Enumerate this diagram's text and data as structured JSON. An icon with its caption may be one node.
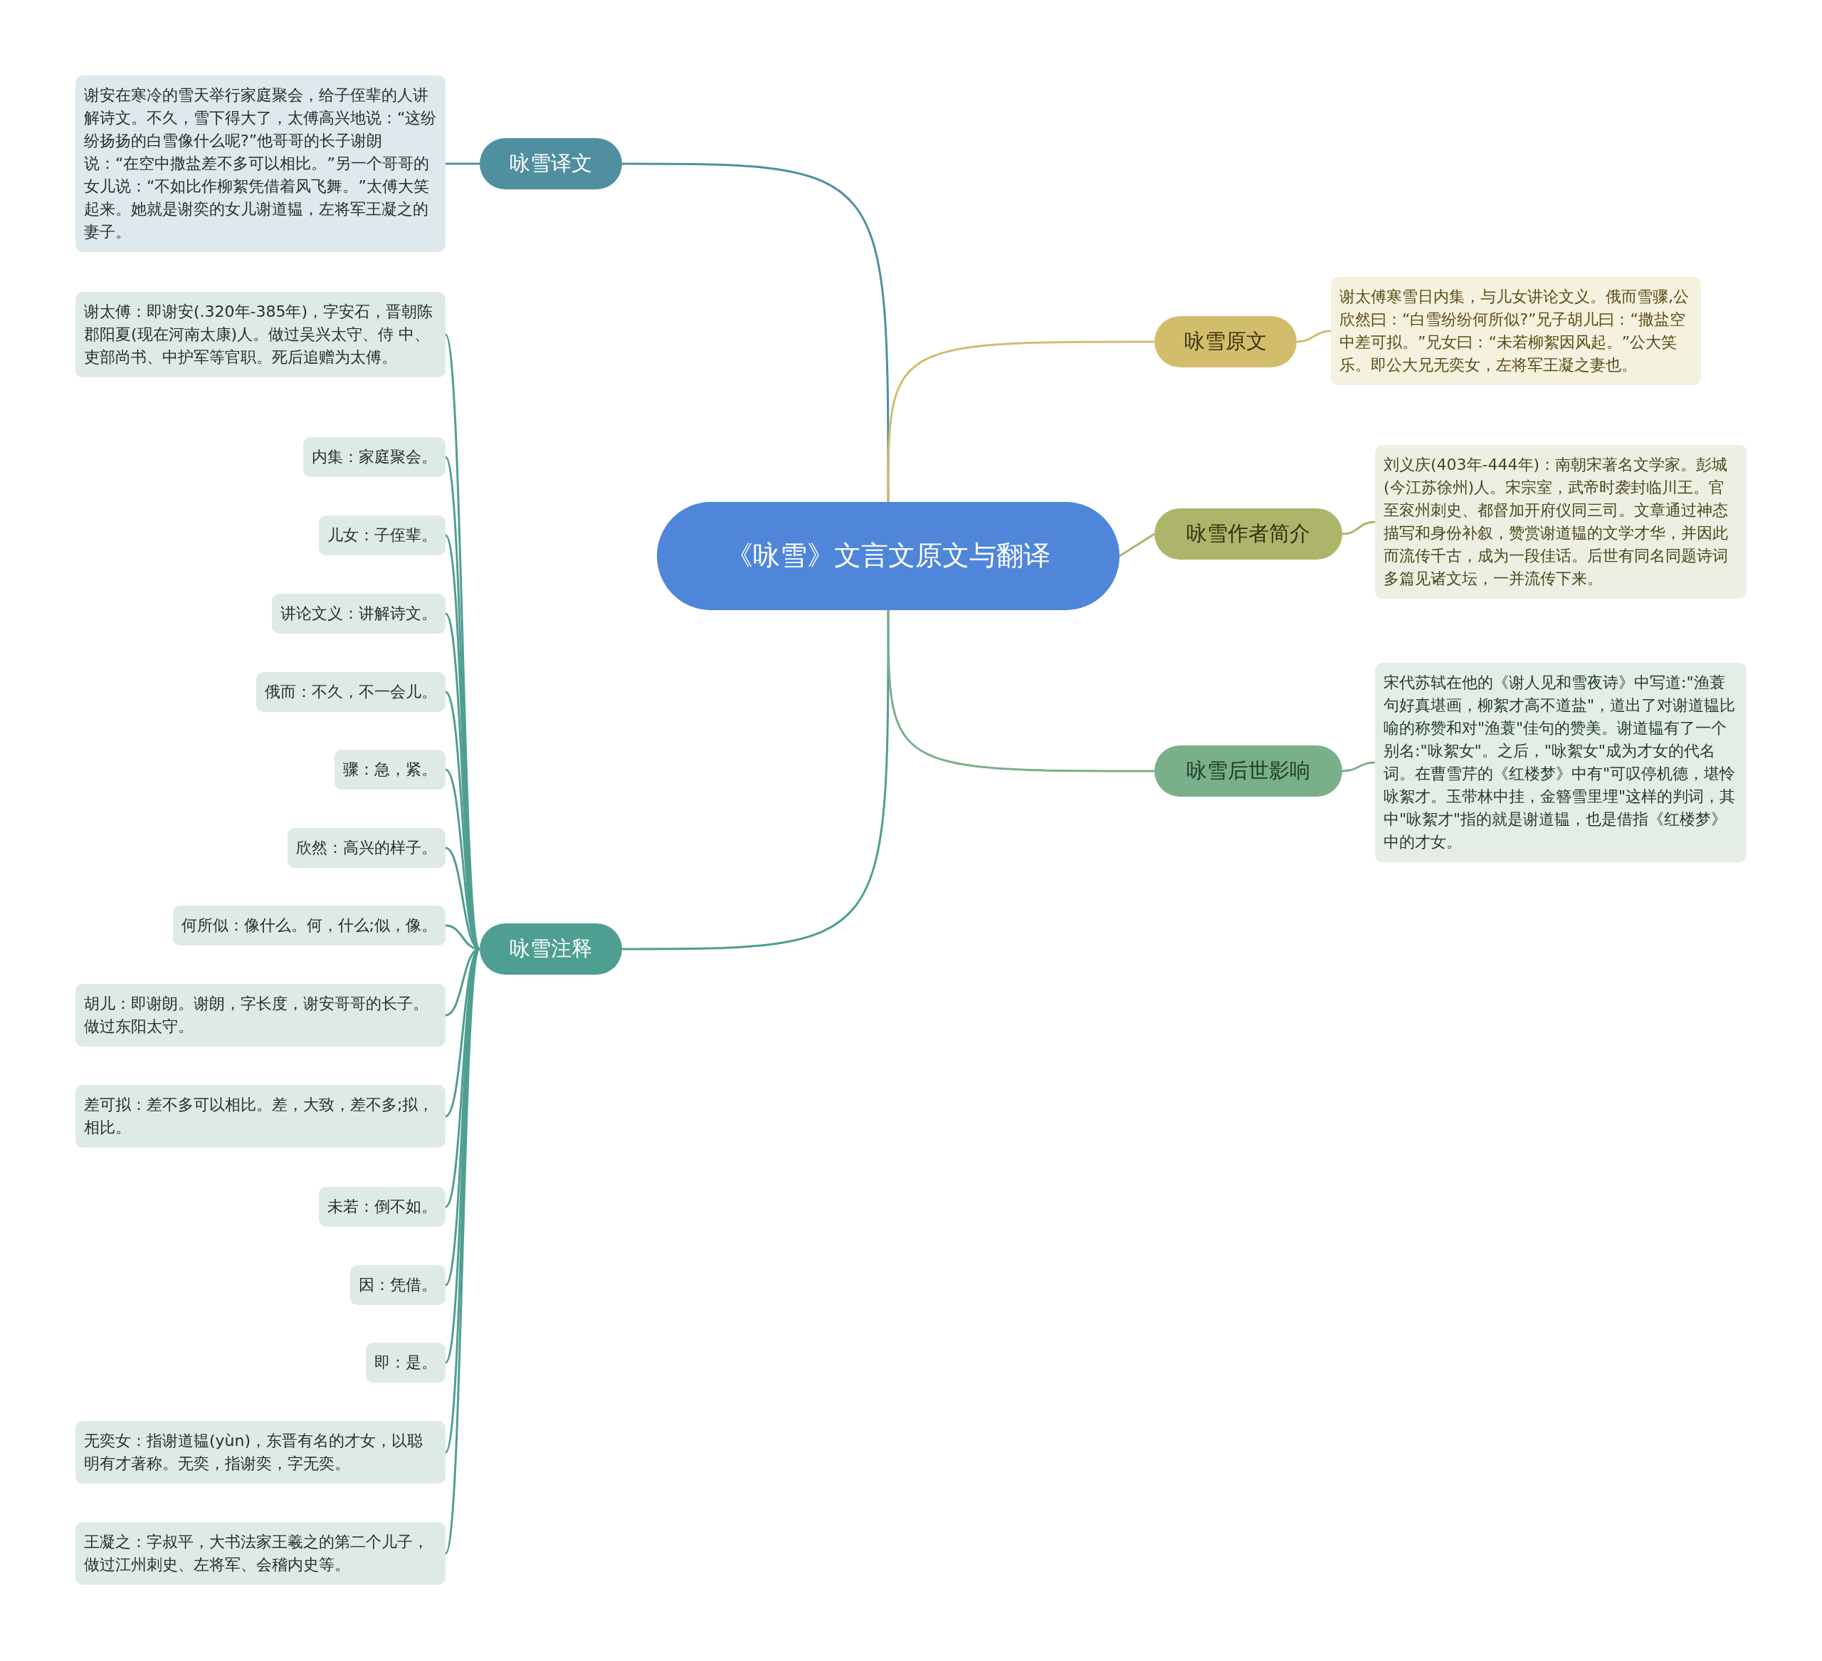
{
  "diagram": {
    "nodes": [
      {
        "text": [
          "《咏雪》文言文原文与翻译"
        ]
      },
      {
        "text": [
          "咏雪译文"
        ]
      },
      {
        "text": [
          "谢安在寒冷的雪天举行家庭聚会，给子侄辈的人讲解诗文。不久，雪下得大了，太傅高兴地说：“这纷纷扬扬的白雪像什么呢?”他哥哥的长子谢朗说：“在空中撒盐差不多可以相比。”另一个哥哥的女儿说：“不如比作柳絮凭借着风飞舞。”太傅大笑起来。她就是谢奕的女儿谢道韫，左将军王凝之的妻子。"
        ]
      },
      {
        "text": [
          "咏雪注释"
        ]
      },
      {
        "text": [
          "谢太傅：即谢安(.320年-385年)，字安石，晋朝陈郡阳夏(现在河南太康)人。做过吴兴太守、侍 中、吏部尚书、中护军等官职。死后追赠为太傅。"
        ]
      },
      {
        "text": [
          "内集：家庭聚会。"
        ]
      },
      {
        "text": [
          "儿女：子侄辈。"
        ]
      },
      {
        "text": [
          "讲论文义：讲解诗文。"
        ]
      },
      {
        "text": [
          "俄而：不久，不一会儿。"
        ]
      },
      {
        "text": [
          "骤：急，紧。"
        ]
      },
      {
        "text": [
          "欣然：高兴的样子。"
        ]
      },
      {
        "text": [
          "何所似：像什么。何，什么;似，像。"
        ]
      },
      {
        "text": [
          "胡儿：即谢朗。谢朗，字长度，谢安哥哥的长子。做过东阳太守。"
        ]
      },
      {
        "text": [
          "差可拟：差不多可以相比。差，大致，差不多;拟，相比。"
        ]
      },
      {
        "text": [
          "未若：倒不如。"
        ]
      },
      {
        "text": [
          "因：凭借。"
        ]
      },
      {
        "text": [
          "即：是。"
        ]
      },
      {
        "text": [
          "无奕女：指谢道韫(yùn)，东晋有名的才女，以聪明有才著称。无奕，指谢奕，字无奕。"
        ]
      },
      {
        "text": [
          "王凝之：字叔平，大书法家王羲之的第二个儿子，做过江州刺史、左将军、会稽内史等。"
        ]
      },
      {
        "text": [
          "咏雪原文"
        ]
      },
      {
        "text": [
          "谢太傅寒雪日内集，与儿女讲论文义。俄而雪骤,公欣然曰：“白雪纷纷何所似?”兄子胡儿曰：“撒盐空中差可拟。”兄女曰：“未若柳絮因风起。”公大笑乐。即公大兄无奕女，左将军王凝之妻也。"
        ]
      },
      {
        "text": [
          "咏雪作者简介"
        ]
      },
      {
        "text": [
          "刘义庆(403年-444年)：南朝宋著名文学家。彭城(今江苏徐州)人。宋宗室，武帝时袭封临川王。官至衮州刺史、都督加开府仪同三司。文章通过神态描写和身份补叙，赞赏谢道韫的文学才华，并因此而流传千古，成为一段佳话。后世有同名同题诗词多篇见诸文坛，一并流传下来。"
        ]
      },
      {
        "text": [
          "咏雪后世影响"
        ]
      },
      {
        "text": [
          "宋代苏轼在他的《谢人见和雪夜诗》中写道:\"渔蓑句好真堪画，柳絮才高不道盐\"，道出了对谢道韫比喻的称赞和对\"渔蓑\"佳句的赞美。谢道韫有了一个别名:\"咏絮女\"。之后，\"咏絮女\"成为才女的代名词。在曹雪芹的《红楼梦》中有\"可叹停机德，堪怜咏絮才。玉带林中挂，金簪雪里埋\"这样的判词，其中\"咏絮才\"指的就是谢道韫，也是借指《红楼梦》中的才女。"
        ]
      }
    ],
    "edges": [
      {
        "from": 0,
        "to": 1,
        "arrow": "none",
        "color": "#4f8fa0"
      },
      {
        "from": 1,
        "to": 2,
        "arrow": "none",
        "color": "#4f8fa0"
      },
      {
        "from": 0,
        "to": 3,
        "arrow": "none"
      },
      {
        "from": 3,
        "to": 4,
        "arrow": "none"
      },
      {
        "from": 3,
        "to": 5,
        "arrow": "none"
      },
      {
        "from": 3,
        "to": 6,
        "arrow": "none"
      },
      {
        "from": 3,
        "to": 7,
        "arrow": "none"
      },
      {
        "from": 3,
        "to": 8,
        "arrow": "none"
      },
      {
        "from": 3,
        "to": 9,
        "arrow": "none"
      },
      {
        "from": 3,
        "to": 10,
        "arrow": "none"
      },
      {
        "from": 3,
        "to": 11,
        "arrow": "none"
      },
      {
        "from": 3,
        "to": 12,
        "arrow": "none"
      },
      {
        "from": 3,
        "to": 13,
        "arrow": "none"
      },
      {
        "from": 3,
        "to": 14,
        "arrow": "none"
      },
      {
        "from": 3,
        "to": 15,
        "arrow": "none"
      },
      {
        "from": 3,
        "to": 16,
        "arrow": "none"
      },
      {
        "from": 3,
        "to": 17,
        "arrow": "none"
      },
      {
        "from": 3,
        "to": 18,
        "arrow": "none"
      },
      {
        "from": 0,
        "to": 19,
        "arrow": "none",
        "color": "#d2bd6c"
      },
      {
        "from": 19,
        "to": 20,
        "arrow": "none",
        "color": "#d2bd6c"
      },
      {
        "from": 0,
        "to": 21,
        "arrow": "none",
        "color": "#adb56a"
      },
      {
        "from": 21,
        "to": 22,
        "arrow": "none",
        "color": "#adb56a"
      },
      {
        "from": 0,
        "to": 23,
        "arrow": "none",
        "color": "#79b08a"
      },
      {
        "from": 23,
        "to": 24,
        "arrow": "none",
        "color": "#79b08a"
      }
    ]
  }
}
